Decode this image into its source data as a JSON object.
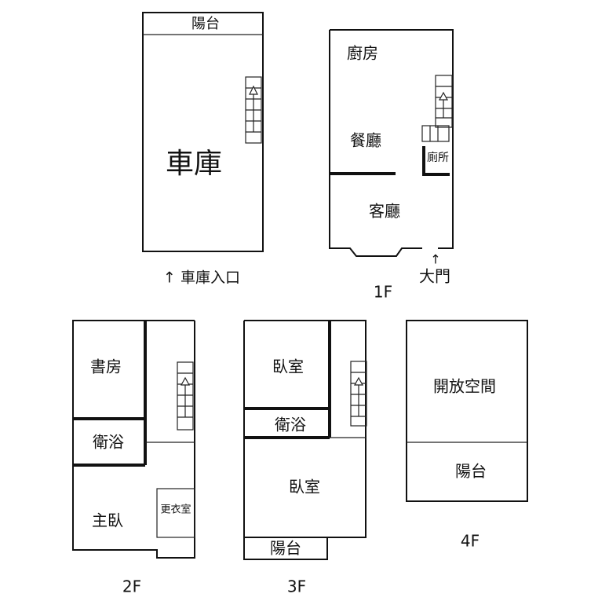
{
  "floors": {
    "ground": {
      "balcony_label": "陽台",
      "garage_label": "車庫",
      "entrance_label": "↑ 車庫入口"
    },
    "first": {
      "kitchen_label": "廚房",
      "dining_label": "餐廳",
      "toilet_label": "廁所",
      "living_label": "客廳",
      "main_door_label": "大門",
      "floor_label": "1F"
    },
    "second": {
      "study_label": "書房",
      "bathroom_label": "衛浴",
      "master_bedroom_label": "主臥",
      "closet_label": "更衣室",
      "floor_label": "2F"
    },
    "third": {
      "bedroom_top_label": "臥室",
      "bathroom_label": "衛浴",
      "bedroom_label": "臥室",
      "balcony_label": "陽台",
      "floor_label": "3F"
    },
    "fourth": {
      "open_space_label": "開放空間",
      "balcony_label": "陽台",
      "floor_label": "4F"
    }
  }
}
